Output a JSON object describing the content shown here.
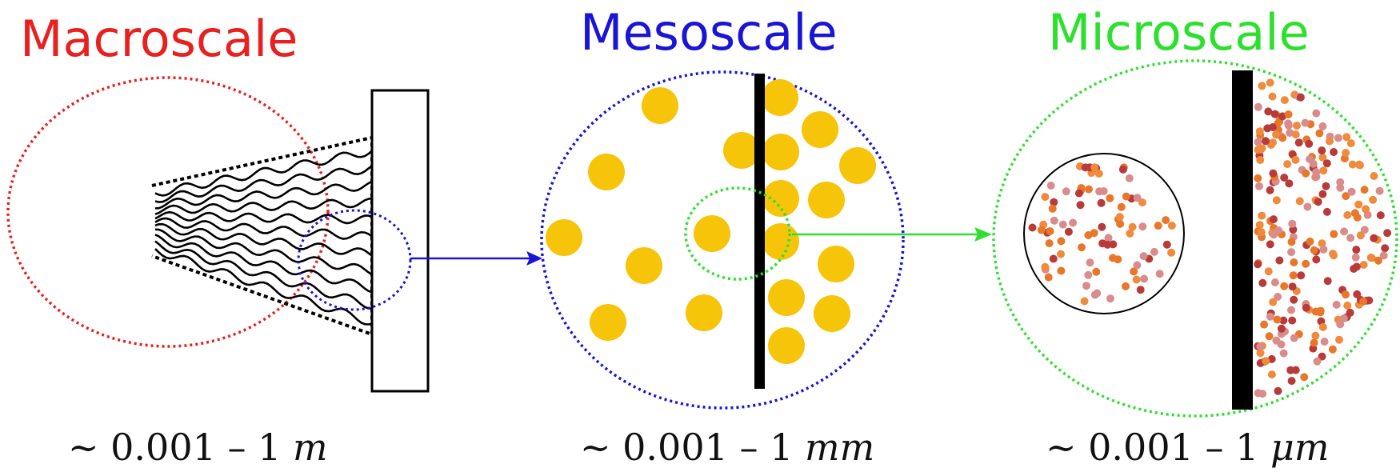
{
  "panels": {
    "macro": {
      "title": "Macroscale",
      "range_prefix": "~ 0.001  –  1 ",
      "range_unit": "m",
      "color": "#e8201f"
    },
    "meso": {
      "title": "Mesoscale",
      "range_prefix": "~ 0.001  –  1 ",
      "range_unit": "mm",
      "color": "#1a14d6"
    },
    "micro": {
      "title": "Microscale",
      "range_prefix": "~ 0.001  –  1 ",
      "range_unit": "μm",
      "color": "#2ee02e"
    }
  },
  "colors": {
    "grain": "#f6c408",
    "wall": "#000000",
    "particle_palette": [
      "#b83a3a",
      "#e8772a",
      "#d98c8c",
      "#f08a3c"
    ]
  }
}
